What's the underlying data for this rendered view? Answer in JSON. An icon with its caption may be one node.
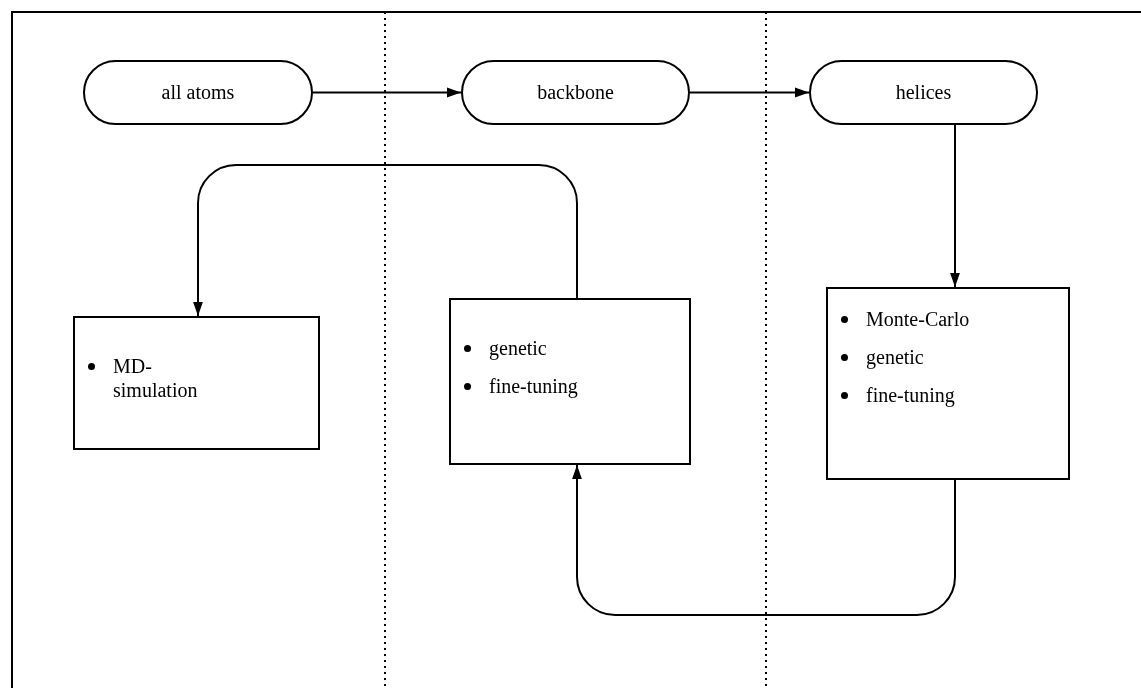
{
  "diagram": {
    "nodes": [
      {
        "text": [
          "all atoms"
        ]
      },
      {
        "text": [
          "backbone"
        ]
      },
      {
        "text": [
          "helices"
        ]
      },
      {
        "text": [
          "MD-simulation"
        ]
      },
      {
        "text": [
          "genetic",
          "fine-tuning"
        ]
      },
      {
        "text": [
          "Monte-Carlo",
          "genetic",
          "fine-tuning"
        ]
      }
    ],
    "edges": [
      {
        "from": 0,
        "to": 1,
        "arrow": "to"
      },
      {
        "from": 1,
        "to": 2,
        "arrow": "to"
      },
      {
        "from": 2,
        "to": 5,
        "arrow": "to"
      },
      {
        "from": 4,
        "to": 3,
        "arrow": "to"
      },
      {
        "from": 5,
        "to": 4,
        "arrow": "to"
      }
    ]
  }
}
